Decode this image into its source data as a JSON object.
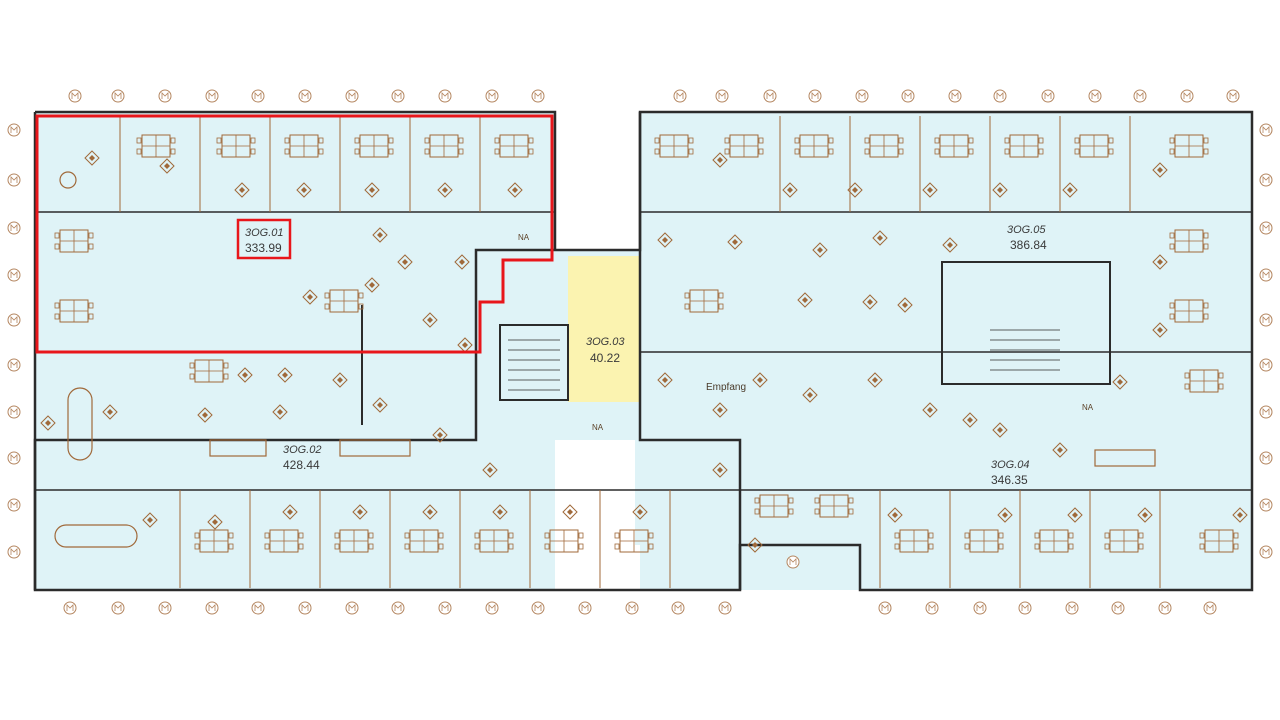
{
  "rooms": [
    {
      "id": "3OG.01",
      "area": "333.99"
    },
    {
      "id": "3OG.02",
      "area": "428.44"
    },
    {
      "id": "3OG.03",
      "area": "40.22"
    },
    {
      "id": "3OG.04",
      "area": "346.35"
    },
    {
      "id": "3OG.05",
      "area": "386.84"
    }
  ],
  "labels": {
    "na": "NA",
    "empfang": "Empfang"
  },
  "colors": {
    "floor": "#dff3f7",
    "wall": "#2b2b2b",
    "furniture": "#a0693a",
    "highlight_room": "#fbf3b0",
    "selection": "#e8161b",
    "column_marker": "#b48660"
  },
  "icons": {
    "column_marker": "column-axis-marker-icon",
    "workstation": "desk-cluster-icon",
    "light": "ceiling-light-icon"
  }
}
